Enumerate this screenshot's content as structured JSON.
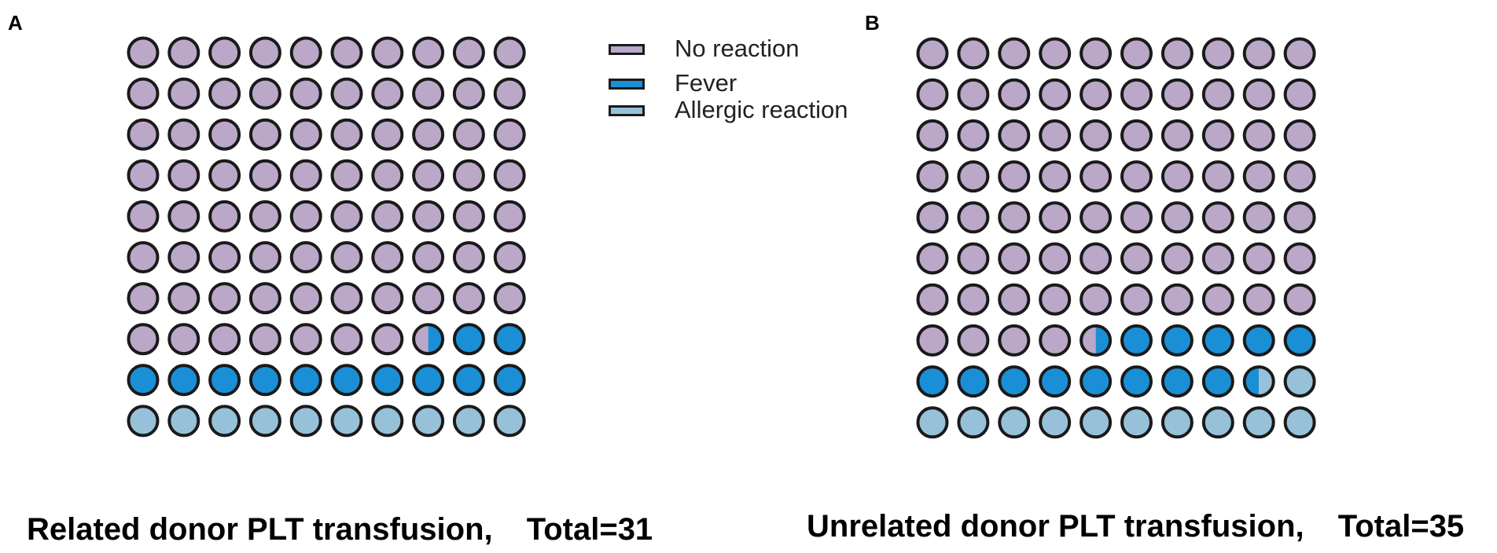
{
  "chart_data": [
    {
      "type": "waffle",
      "panel_label": "A",
      "title": "Related donor PLT transfusion,",
      "total_label": "Total=31",
      "grid": [
        10,
        10
      ],
      "fill_order": [
        "No reaction",
        "Fever",
        "Allergic reaction"
      ],
      "values": {
        "No reaction": 77.5,
        "Fever": 12.5,
        "Allergic reaction": 10
      }
    },
    {
      "type": "waffle",
      "panel_label": "B",
      "title": "Unrelated donor PLT transfusion,",
      "total_label": "Total=35",
      "grid": [
        10,
        10
      ],
      "fill_order": [
        "No reaction",
        "Fever",
        "Allergic reaction"
      ],
      "values": {
        "No reaction": 74.5,
        "Fever": 14,
        "Allergic reaction": 11.5
      }
    }
  ],
  "legend": [
    {
      "name": "No reaction",
      "color": "#bba7c8"
    },
    {
      "name": "Fever",
      "color": "#1a8fd6"
    },
    {
      "name": "Allergic reaction",
      "color": "#97c1d9"
    }
  ],
  "outline_color": "#1a1a1a"
}
